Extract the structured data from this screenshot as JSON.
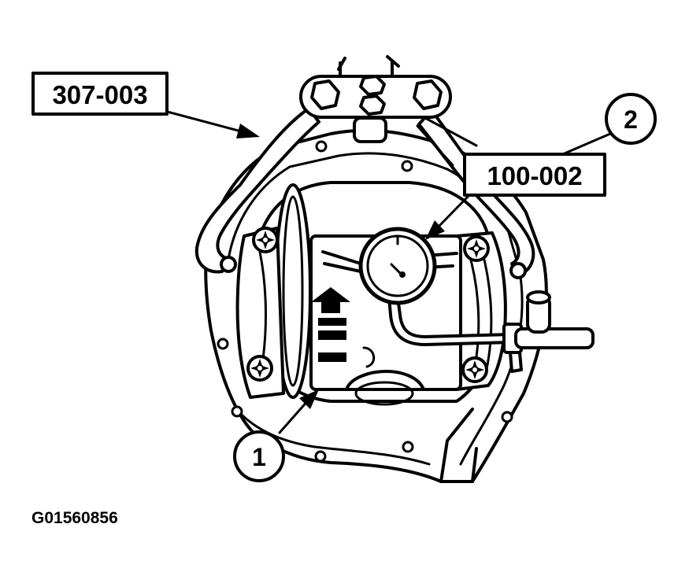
{
  "figure": {
    "callout_1": "1",
    "callout_2": "2",
    "tool_label_left": "307-003",
    "tool_label_right": "100-002",
    "figure_id": "G01560856"
  },
  "colors": {
    "ink": "#000000",
    "paper": "#ffffff"
  }
}
